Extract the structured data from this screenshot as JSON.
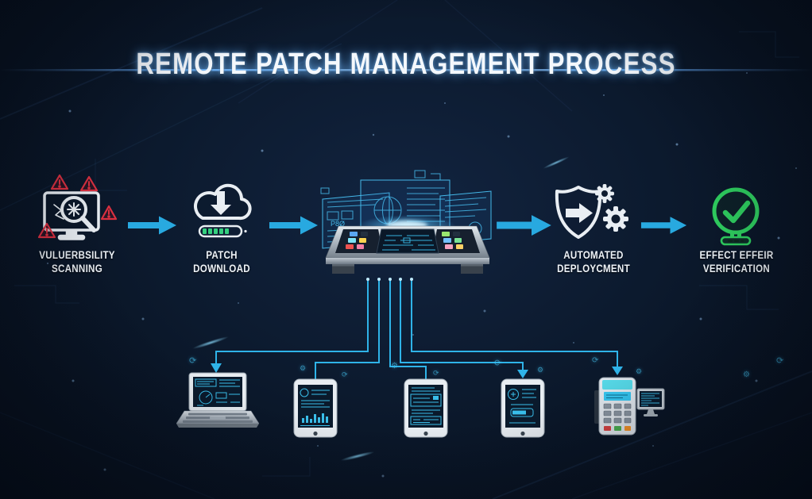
{
  "title": "REMOTE PATCH MANAGEMENT PROCESS",
  "flow": {
    "steps": [
      {
        "name": "vulnerability-scanning",
        "icon": "monitor-magnifier-warning-icon",
        "label_line1": "VULUERBSILITY",
        "label_line2": "SCANNING"
      },
      {
        "name": "patch-download",
        "icon": "cloud-download-progress-icon",
        "label_line1": "PATCH",
        "label_line2": "DOWNLOAD"
      },
      {
        "name": "central-console",
        "icon": "control-console-hologram-icon",
        "holo_left_text": "P8Ø"
      },
      {
        "name": "automated-deployment",
        "icon": "shield-gears-icon",
        "label_line1": "AUTOMATED",
        "label_line2": "DEPLOYCMENT"
      },
      {
        "name": "effect-verification",
        "icon": "check-circle-icon",
        "label_line1": "EFFECT EFFEIR",
        "label_line2": "VERIFICATION"
      }
    ],
    "arrow_icon": "right-arrow-icon"
  },
  "devices": [
    {
      "name": "laptop",
      "type": "laptop"
    },
    {
      "name": "tablet-1",
      "type": "tablet"
    },
    {
      "name": "tablet-2",
      "type": "tablet"
    },
    {
      "name": "tablet-3",
      "type": "tablet"
    },
    {
      "name": "pos-terminal-with-monitor",
      "type": "pos-terminal"
    }
  ],
  "colors": {
    "background": "#0c1a2e",
    "title_text": "#f4f8fc",
    "flow_arrow": "#28a9e0",
    "connector_line": "#2fb3e8",
    "warning_red": "#d93040",
    "progress_green": "#35d07f",
    "success_green": "#2ecc5e",
    "hologram_cyan": "#45b9ea",
    "icon_white": "#e9eef3",
    "device_screen_cyan": "#3cc7f5"
  }
}
